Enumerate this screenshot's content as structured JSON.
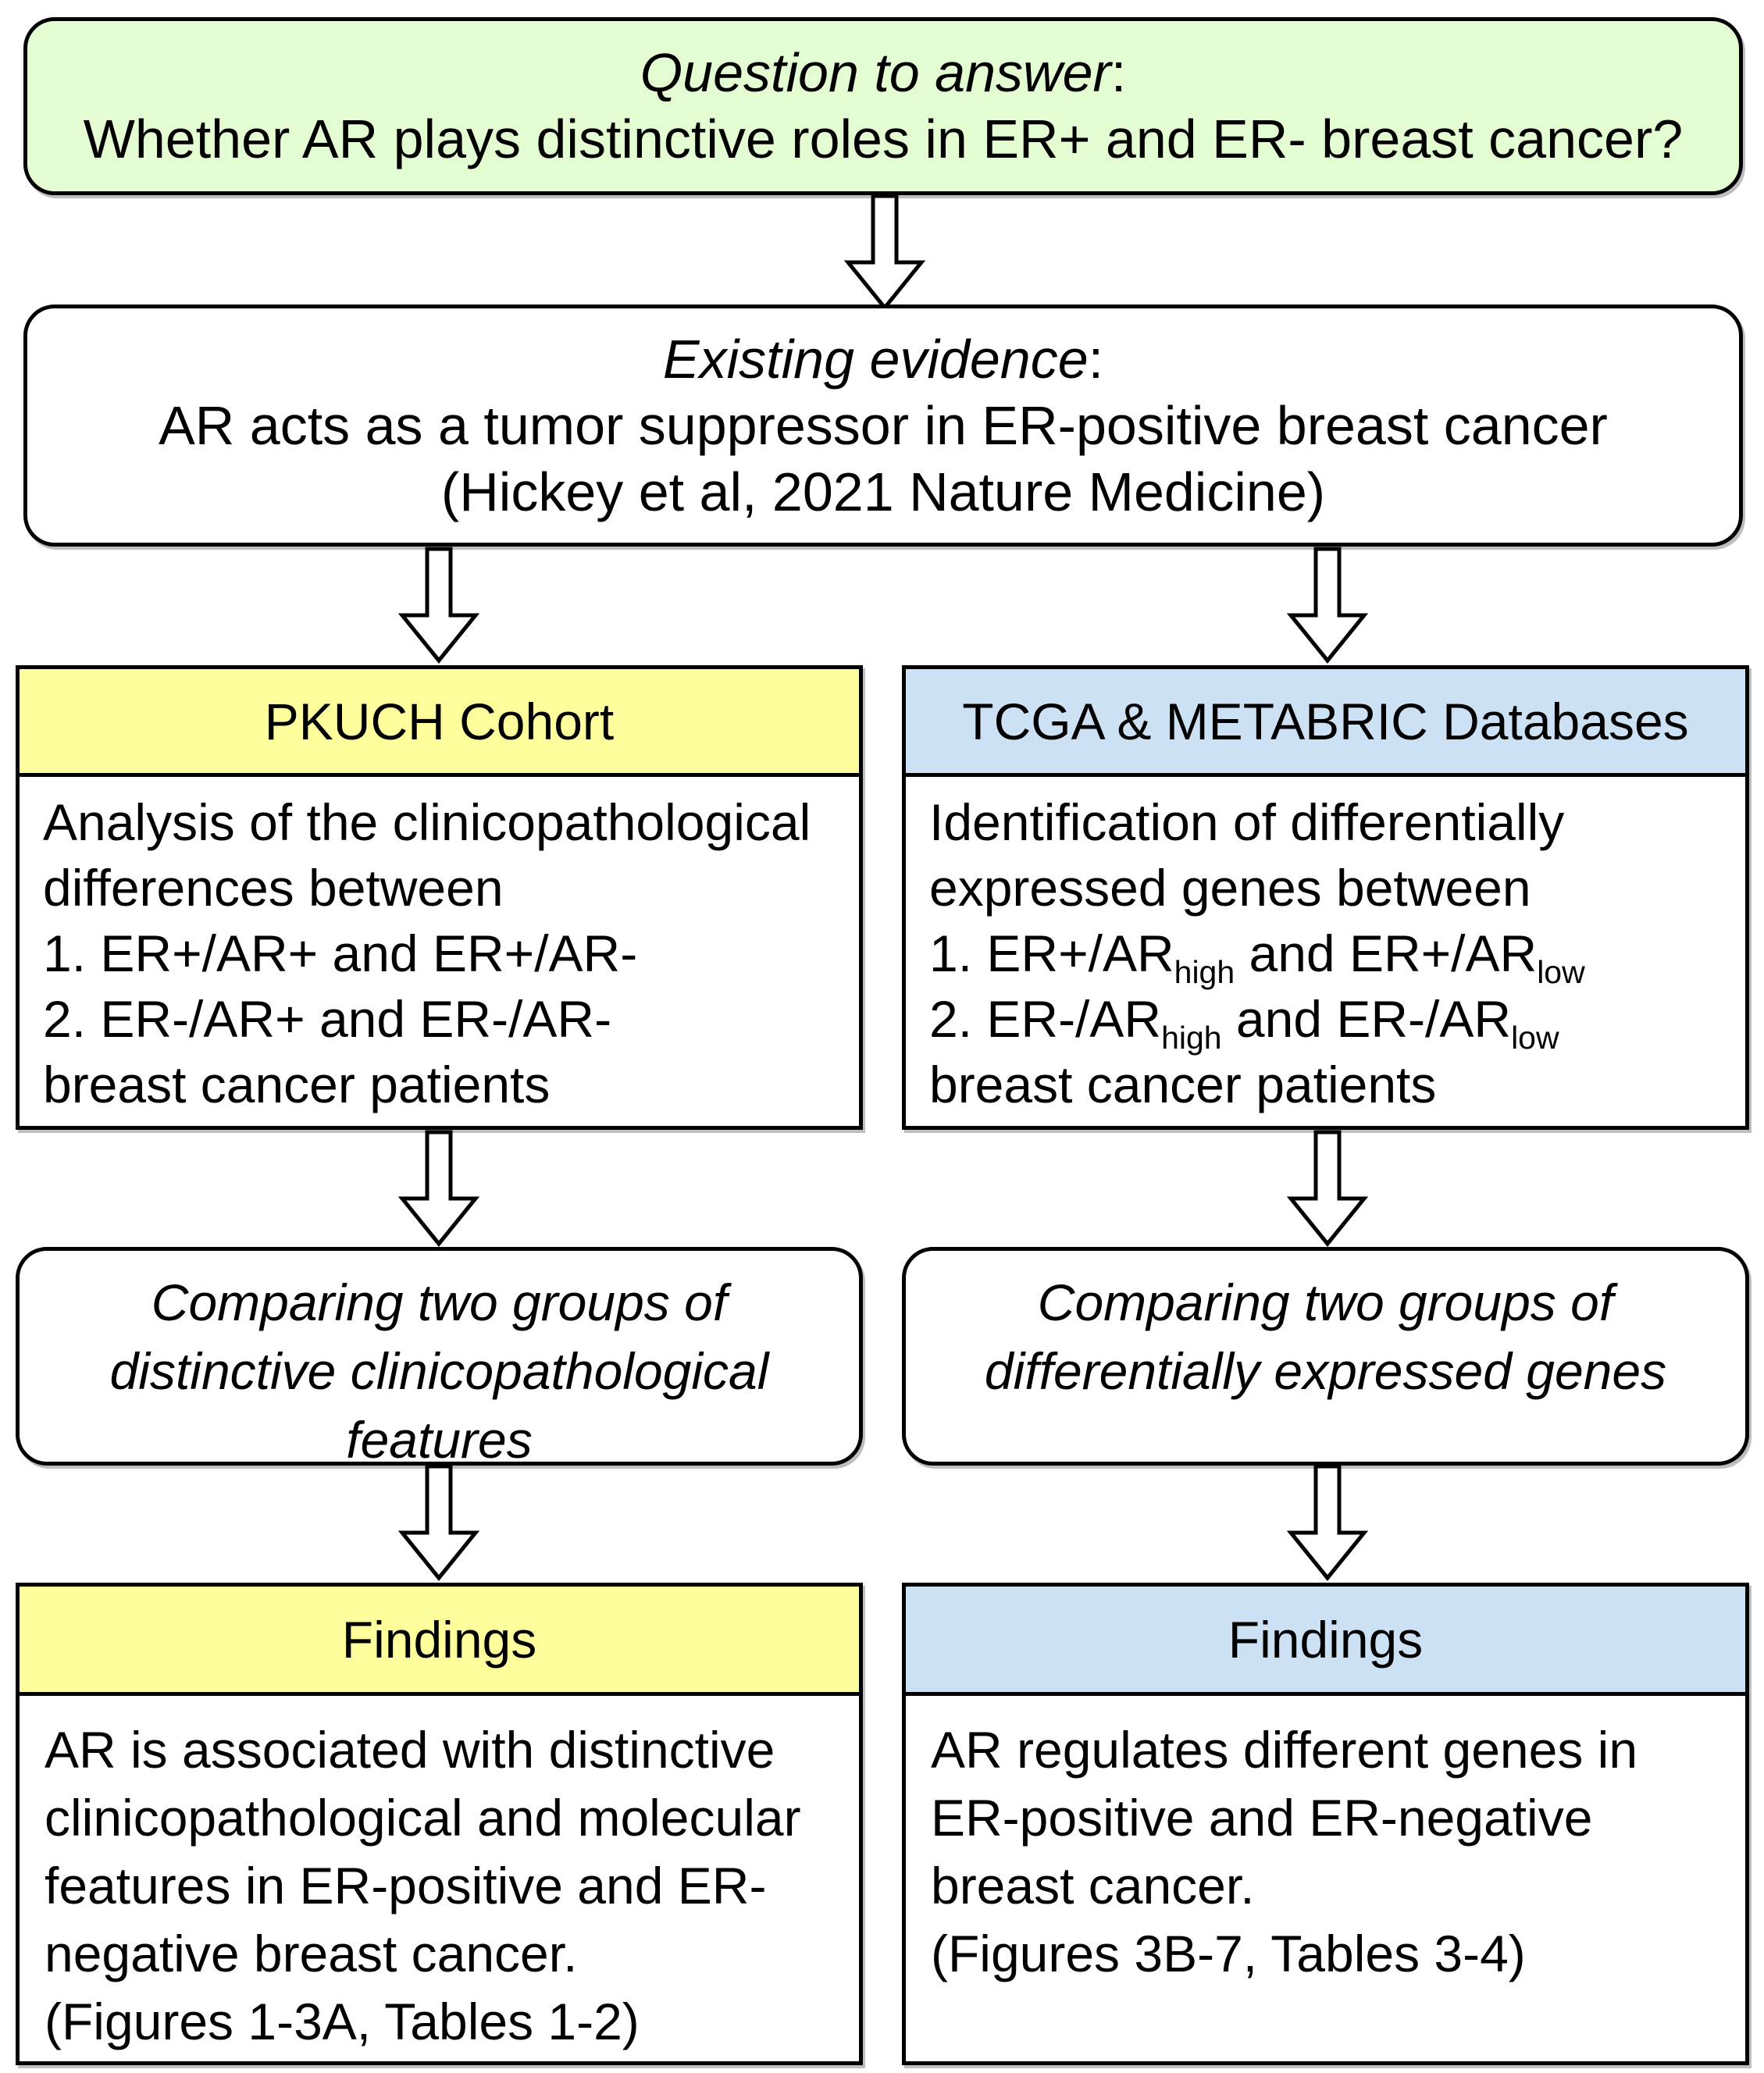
{
  "question_box": {
    "title_italic": "Question to answer",
    "colon": ":",
    "question": "Whether AR plays distinctive roles in ER+ and ER- breast cancer?"
  },
  "evidence_box": {
    "title_italic": "Existing evidence",
    "colon": ":",
    "statement": "AR acts as a tumor suppressor in ER-positive breast cancer",
    "citation": "(Hickey et al, 2021 Nature Medicine)"
  },
  "pkuch_box": {
    "header": "PKUCH Cohort",
    "intro": "Analysis of the clinicopathological differences between",
    "item1": "1. ER+/AR+ and ER+/AR-",
    "item2": "2. ER-/AR+ and ER-/AR-",
    "outro": "breast cancer patients"
  },
  "tcga_box": {
    "header": "TCGA & METABRIC Databases",
    "intro": "Identification of differentially expressed genes between",
    "item1": {
      "prefix": "1. ER+/AR",
      "sub1": "high",
      "mid": " and ER+/AR",
      "sub2": "low"
    },
    "item2": {
      "prefix": "2. ER-/AR",
      "sub1": "high",
      "mid": " and ER-/AR",
      "sub2": "low"
    },
    "outro": "breast cancer patients"
  },
  "compare_left_box": {
    "text": "Comparing two groups of distinctive clinicopathological features"
  },
  "compare_right_box": {
    "text": "Comparing two groups of differentially expressed genes"
  },
  "findings_left_box": {
    "header": "Findings",
    "body": "AR is associated with distinctive clinicopathological and molecular features in ER-positive and ER-negative breast cancer.",
    "reference": "(Figures 1-3A, Tables 1-2)"
  },
  "findings_right_box": {
    "header": "Findings",
    "body": "AR regulates different genes in ER-positive and ER-negative breast cancer.",
    "reference": "(Figures 3B-7, Tables 3-4)"
  },
  "colors": {
    "question_green": "#e4fcd2",
    "pkuch_yellow": "#feff9c",
    "tcga_blue": "#cde1f5",
    "border_black": "#000000",
    "box_white": "#ffffff"
  }
}
